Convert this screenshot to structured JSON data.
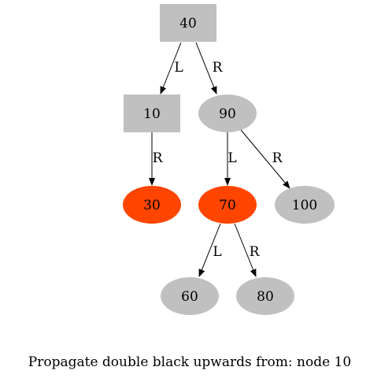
{
  "diagram": {
    "caption": "Propagate double black upwards from: node 10",
    "colors": {
      "gray": "#c0c0c0",
      "red": "#ff4500",
      "edge": "#000000",
      "text": "#000000"
    },
    "nodes": [
      {
        "id": "n40",
        "label": "40",
        "shape": "box",
        "color": "gray"
      },
      {
        "id": "n10",
        "label": "10",
        "shape": "box",
        "color": "gray"
      },
      {
        "id": "n90",
        "label": "90",
        "shape": "ellipse",
        "color": "gray"
      },
      {
        "id": "n30",
        "label": "30",
        "shape": "ellipse",
        "color": "red"
      },
      {
        "id": "n70",
        "label": "70",
        "shape": "ellipse",
        "color": "red"
      },
      {
        "id": "n100",
        "label": "100",
        "shape": "ellipse",
        "color": "gray"
      },
      {
        "id": "n60",
        "label": "60",
        "shape": "ellipse",
        "color": "gray"
      },
      {
        "id": "n80",
        "label": "80",
        "shape": "ellipse",
        "color": "gray"
      }
    ],
    "edges": [
      {
        "from": "n40",
        "to": "n10",
        "label": "L"
      },
      {
        "from": "n40",
        "to": "n90",
        "label": "R"
      },
      {
        "from": "n10",
        "to": "n30",
        "label": "R"
      },
      {
        "from": "n90",
        "to": "n70",
        "label": "L"
      },
      {
        "from": "n90",
        "to": "n100",
        "label": "R"
      },
      {
        "from": "n70",
        "to": "n60",
        "label": "L"
      },
      {
        "from": "n70",
        "to": "n80",
        "label": "R"
      }
    ]
  }
}
